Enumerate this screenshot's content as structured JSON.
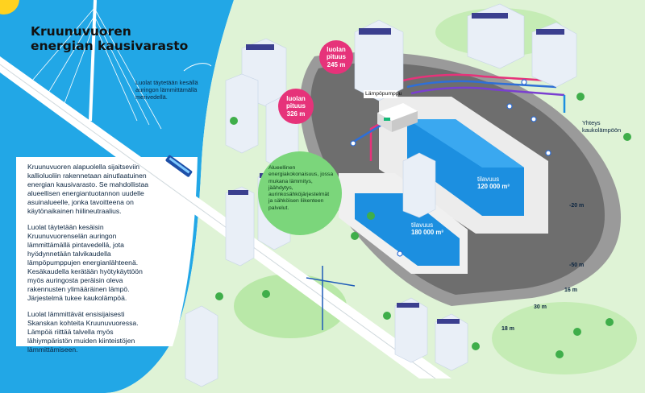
{
  "title": {
    "line1": "Kruunuvuoren",
    "line2": "energian kausivarasto"
  },
  "intro_paragraphs": [
    "Kruunuvuoren alapuolella sijaitseviin kallioluoliin rakennetaan ainutlaatuinen energian kausivarasto. Se mahdollistaa alueellisen energiantuotannon uudelle asuinalueelle, jonka tavoitteena on käytönaikainen hiilineutraalius.",
    "Luolat täytetään kesäisin Kruunuvuorenselän auringon lämmittämällä pintavedellä, jota hyödynnetään talvikaudella lämpöpumppujen energianlähteenä. Kesäkaudella kerätään hyötykäyttöön myös auringosta peräisin oleva rakennusten ylimääräinen lämpö. Järjestelmä tukee kaukolämpöä.",
    "Luolat lämmittävät ensisijaisesti Skanskan kohteita Kruunuvuoressa. Lämpöä riittää talvella myös lähiympäristön muiden kiinteistöjen lämmittämiseen."
  ],
  "annotations": {
    "sea_fill": "Luolat täytetään kesällä auringon lämmittämällä merivedellä.",
    "district_heat": "Yhteys kaukolämpöön",
    "heat_pump": "Lämpöpumppu",
    "regional_system": "Alueellinen energiakokonaisuus, jossa mukana lämmitys, jäähdytys, aurinkosähköjärjestelmät ja sähköisen liikenteen palvelut."
  },
  "caves": [
    {
      "label_line1": "luolan",
      "label_line2": "pituus",
      "length": "245 m"
    },
    {
      "label_line1": "luolan",
      "label_line2": "pituus",
      "length": "326 m"
    }
  ],
  "volumes": [
    {
      "label": "tilavuus",
      "value": "120 000 m³"
    },
    {
      "label": "tilavuus",
      "value": "180 000 m³"
    }
  ],
  "depths": [
    "-20 m",
    "-50 m"
  ],
  "dimensions": [
    "16 m",
    "30 m",
    "18 m"
  ],
  "colors": {
    "sea": "#22a7e6",
    "land": "#d7f0cf",
    "rock": "#8a8a8a",
    "water": "#1c8fe0",
    "pink": "#e6337a",
    "green_circle": "#7bd67b",
    "sun": "#ffd21f"
  }
}
